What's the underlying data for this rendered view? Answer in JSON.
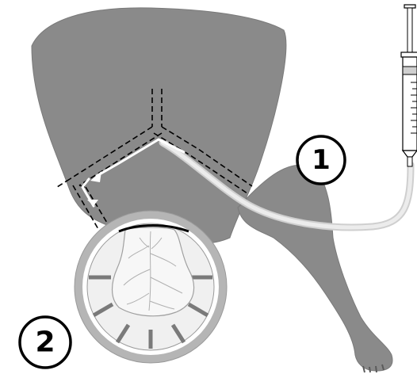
{
  "colors": {
    "tissue": "#8a8a8a",
    "tissue_dark": "#6b6b6b",
    "tube": "#e3e3e3",
    "dish_outer": "#b5b5b5",
    "dish_inner": "#f4f4f4",
    "explant": "#f7f7f7",
    "outline": "#000000"
  },
  "icons": [
    "syringe-icon",
    "dish-icon",
    "tissue-explant",
    "tubing",
    "duct-pathway"
  ],
  "callouts": [
    {
      "id": "step-1",
      "label": "1"
    },
    {
      "id": "step-2",
      "label": "2"
    }
  ]
}
